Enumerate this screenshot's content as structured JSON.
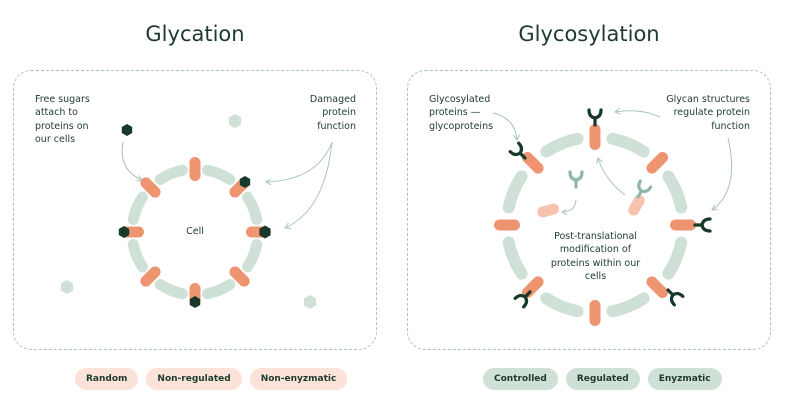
{
  "left": {
    "title": "Glycation",
    "note_left": "Free sugars attach to proteins on our cells",
    "note_right": "Damaged protein function",
    "center_label": "Cell",
    "pills": [
      "Random",
      "Non-regulated",
      "Non-enyzmatic"
    ]
  },
  "right": {
    "title": "Glycosylation",
    "note_left": "Glycosylated proteins — glycoproteins",
    "note_right": "Glycan structures regulate protein function",
    "center_label": "Post-translational modification of proteins within our cells",
    "pills": [
      "Controlled",
      "Regulated",
      "Enyzmatic"
    ]
  },
  "colors": {
    "membrane": "#cfe0d6",
    "protein": "#ee9470",
    "protein_light": "#f7c2ae",
    "sugar": "#16392a",
    "glycan_light": "#8fb8a4",
    "text": "#1e3a2e",
    "border": "#a9c4bc"
  }
}
